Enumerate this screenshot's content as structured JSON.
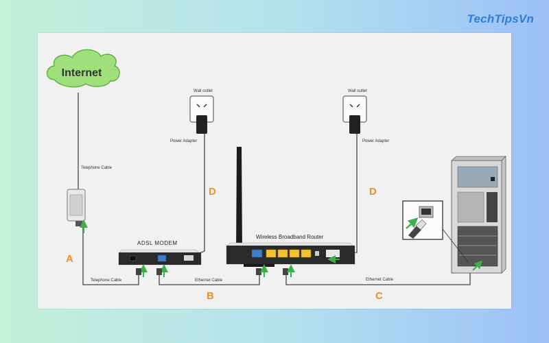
{
  "brand": {
    "text": "TechTipsVn",
    "color": "#2f7cd6"
  },
  "diagram": {
    "cloud_label": "Internet",
    "telephone_cable_top": "Telephone Cable",
    "telephone_cable_bottom": "Telephone Cable",
    "wall_outlet_left": "Wall outlet",
    "wall_outlet_right": "Wall outlet",
    "power_adapter_left": "Power Adapter",
    "power_adapter_right": "Power Adapter",
    "modem_label": "ADSL MODEM",
    "router_label": "Wireless Broadband Router",
    "ethernet_cable_mid": "Ethernet Cable",
    "ethernet_cable_right": "Ethernet Cable",
    "letter_a": "A",
    "letter_b": "B",
    "letter_c": "C",
    "letter_d_left": "D",
    "letter_d_right": "D"
  },
  "colors": {
    "letter": "#e8912e",
    "arrow": "#3db04a",
    "cable": "#444444",
    "router_port": "#f2c230",
    "wan_port": "#3f7fc4",
    "cloud": "#9fe07a"
  }
}
